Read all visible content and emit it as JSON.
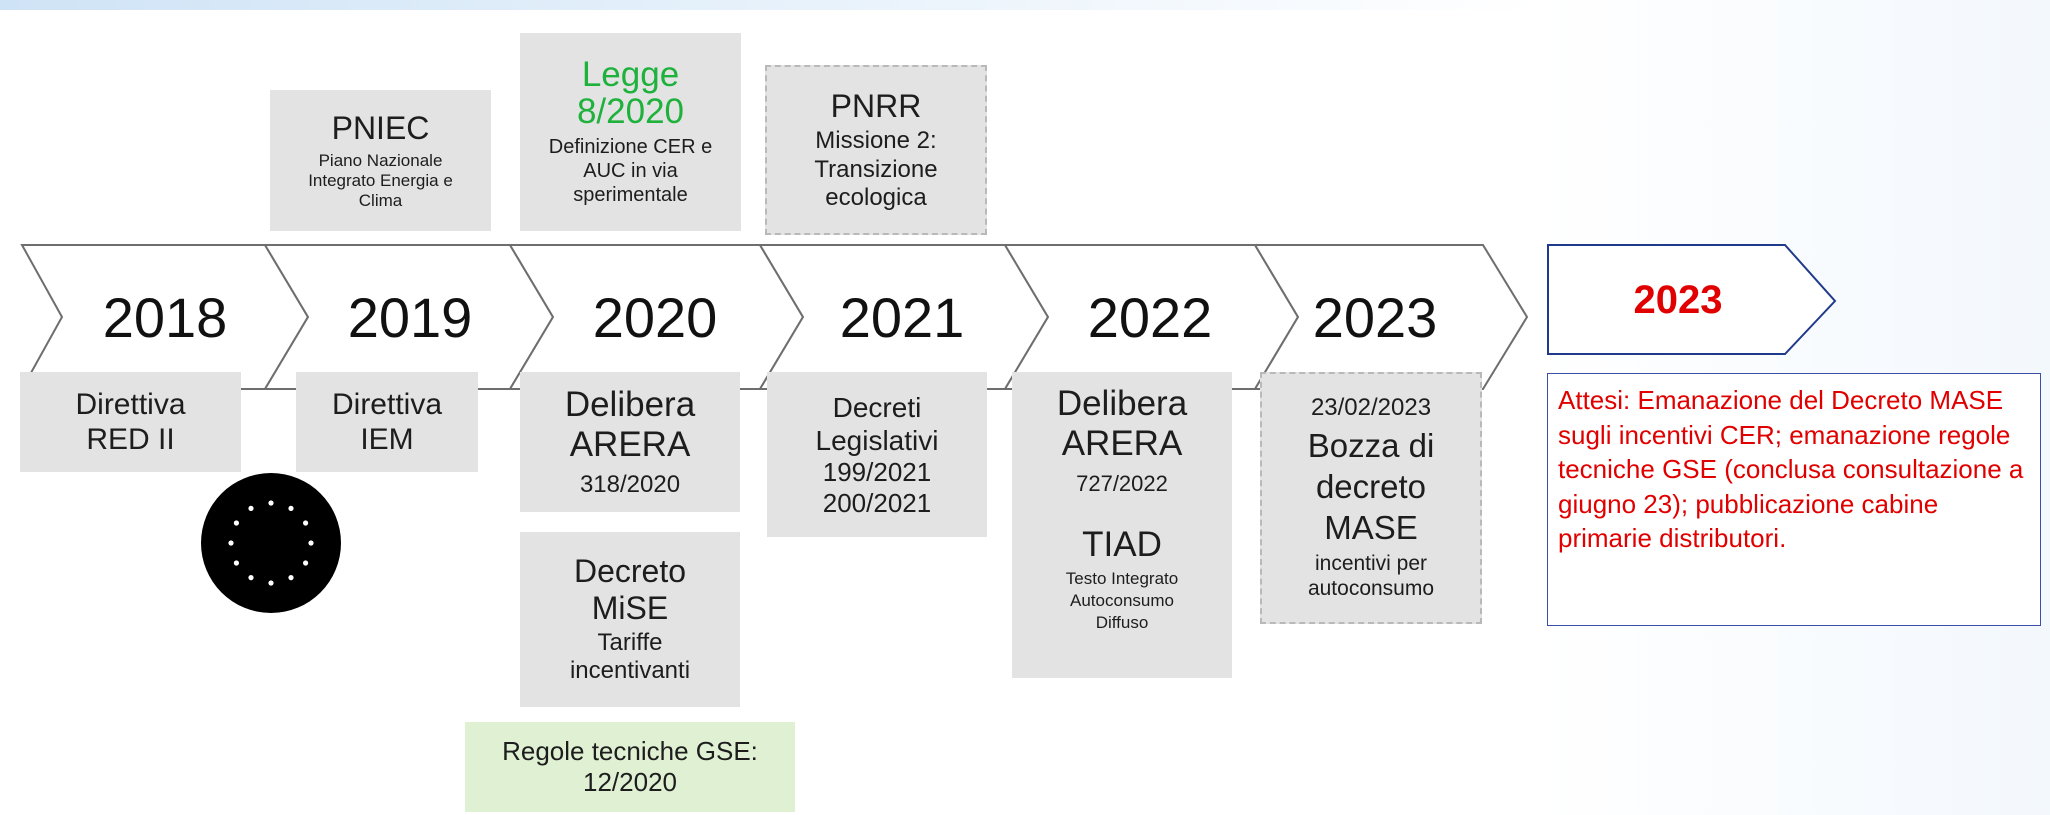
{
  "timeline": {
    "years": [
      "2018",
      "2019",
      "2020",
      "2021",
      "2022",
      "2023"
    ],
    "highlight_year": "2023"
  },
  "above": {
    "pniec": {
      "title": "PNIEC",
      "desc": "Piano Nazionale Integrato Energia e Clima"
    },
    "legge": {
      "title": "Legge 8/2020",
      "desc": "Definizione CER e AUC in via sperimentale"
    },
    "pnrr": {
      "title": "PNRR",
      "desc": "Missione 2: Transizione ecologica"
    }
  },
  "below": {
    "red2": {
      "line1": "Direttiva",
      "line2": "RED II"
    },
    "iem": {
      "line1": "Direttiva",
      "line2": "IEM"
    },
    "arera318": {
      "title": "Delibera ARERA",
      "num": "318/2020"
    },
    "mise": {
      "title": "Decreto MiSE",
      "desc": "Tariffe incentivanti"
    },
    "gse": {
      "title": "Regole tecniche GSE:",
      "num": "12/2020"
    },
    "decreti": {
      "title": "Decreti Legislativi",
      "num1": "199/2021",
      "num2": "200/2021"
    },
    "arera727": {
      "title": "Delibera ARERA",
      "num": "727/2022"
    },
    "tiad": {
      "title": "TIAD",
      "desc": "Testo Integrato Autoconsumo Diffuso"
    },
    "mase": {
      "date": "23/02/2023",
      "title": "Bozza di decreto MASE",
      "desc": "incentivi per autoconsumo"
    }
  },
  "note": {
    "text": "Attesi: Emanazione del Decreto MASE sugli incentivi CER; emanazione regole tecniche GSE (conclusa consultazione a giugno 23); pubblicazione cabine primarie distributori."
  },
  "colors": {
    "green": "#1eb13c",
    "red": "#e00000",
    "arrow_border": "#1f3a8a",
    "box_grey": "#e3e3e3"
  }
}
